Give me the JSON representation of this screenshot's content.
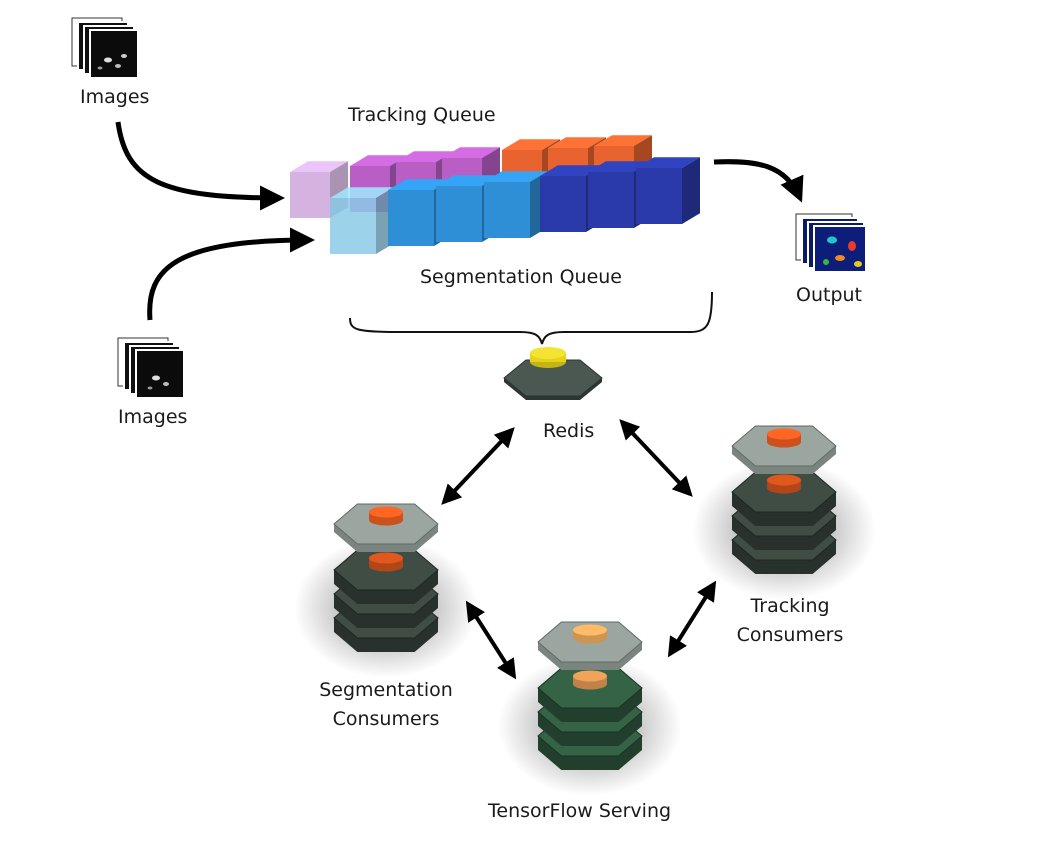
{
  "labels": {
    "images_top": "Images",
    "images_bottom": "Images",
    "tracking_queue": "Tracking Queue",
    "segmentation_queue": "Segmentation Queue",
    "output": "Output",
    "redis": "Redis",
    "tracking_consumers": "Tracking\nConsumers",
    "segmentation_consumers": "Segmentation\nConsumers",
    "tensorflow_serving": "TensorFlow Serving"
  },
  "colors": {
    "arrow": "#000000",
    "redis_node": "#e6d21a",
    "consumer_node": "#e0581e",
    "serving_node": "#f0a35a",
    "tracking_queue": [
      "#c79ad8",
      "#b85ec5",
      "#e8632f"
    ],
    "segmentation_queue": [
      "#8ccbe8",
      "#2e8fd6",
      "#2a3aa8"
    ],
    "server_top": "#9aa69f",
    "server_body": "#39463f",
    "serving_body": "#2f5a3f"
  }
}
